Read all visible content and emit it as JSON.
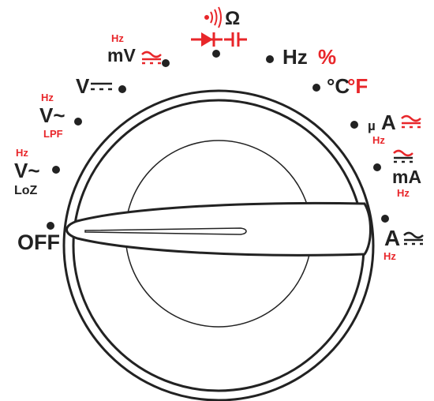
{
  "positions": {
    "off": {
      "label": "OFF"
    },
    "v_loz": {
      "hz": "Hz",
      "main": "V~",
      "sub": "LoZ"
    },
    "v_ac": {
      "hz": "Hz",
      "main": "V~",
      "sub": "LPF"
    },
    "v_dc": {
      "main": "V"
    },
    "mv": {
      "hz": "Hz",
      "main": "mV"
    },
    "ohm": {
      "symbol": "Ω"
    },
    "hz": {
      "main": "Hz",
      "pct": "%"
    },
    "temp": {
      "c": "°C",
      "f": "°F"
    },
    "ua": {
      "prefix": "µ",
      "main": "A",
      "hz": "Hz"
    },
    "ma": {
      "main": "mA",
      "hz": "Hz"
    },
    "a": {
      "main": "A",
      "hz": "Hz"
    }
  },
  "colors": {
    "ink": "#222222",
    "accent": "#e8262a",
    "knob": "#ffffff"
  }
}
